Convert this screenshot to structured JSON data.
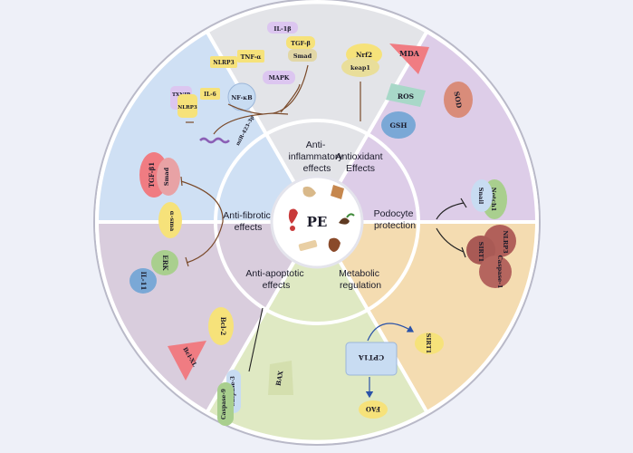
{
  "center": {
    "label": "PE"
  },
  "sectors": {
    "anti_inflammatory": {
      "title_lines": [
        "Anti-",
        "inflammatory",
        "effects"
      ],
      "color": "#e3e4e8"
    },
    "antioxidant": {
      "title_lines": [
        "Antioxidant",
        "Effects"
      ],
      "color": "#ddcde8"
    },
    "podocyte": {
      "title_lines": [
        "Podocyte",
        "protection"
      ],
      "color": "#f4dcb1"
    },
    "metabolic": {
      "title_lines": [
        "Metabolic",
        "regulation"
      ],
      "color": "#dfe9c3"
    },
    "anti_apoptotic": {
      "title_lines": [
        "Anti-apoptotic",
        "effects"
      ],
      "color": "#d9cddd"
    },
    "anti_fibrotic": {
      "title_lines": [
        "Anti-fibrotic",
        "effects"
      ],
      "color": "#cfe0f4"
    }
  },
  "nodes": {
    "il1b": "IL-1β",
    "nlrp3_top": "NLRP3",
    "tnfa": "TNF-α",
    "tgfb_top": "TGF-β",
    "smad_top": "Smad",
    "mapk": "MAPK",
    "txnip": "TXNIP",
    "nlrp3_left": "NLRP3",
    "il6": "IL-6",
    "nfkb": "NF-κB",
    "mir": "miR-423-3p",
    "nrf2": "Nrf2",
    "keap1": "keap1",
    "mda": "MDA",
    "ros": "ROS",
    "sod": "SOD",
    "gsh": "GSH",
    "notch1": "Notch1",
    "snail": "Snail",
    "sirt1_pod": "SIRT1",
    "nlrp3_pod": "NLRP3",
    "caspase1": "Caspase-1",
    "sirt1_met": "SIRT1",
    "cpt1a": "CPT1A",
    "fao": "FAO",
    "bcl2": "Bcl-2",
    "bclxl": "Bcl-XL",
    "bax": "BAX",
    "caspase3": "Caspase-3",
    "caspase9": "Caspase-9",
    "tgfb1": "TGF-β1",
    "smad_fib": "Smad",
    "asma": "α-sma",
    "erk": "ERK",
    "il11": "IL-11"
  }
}
